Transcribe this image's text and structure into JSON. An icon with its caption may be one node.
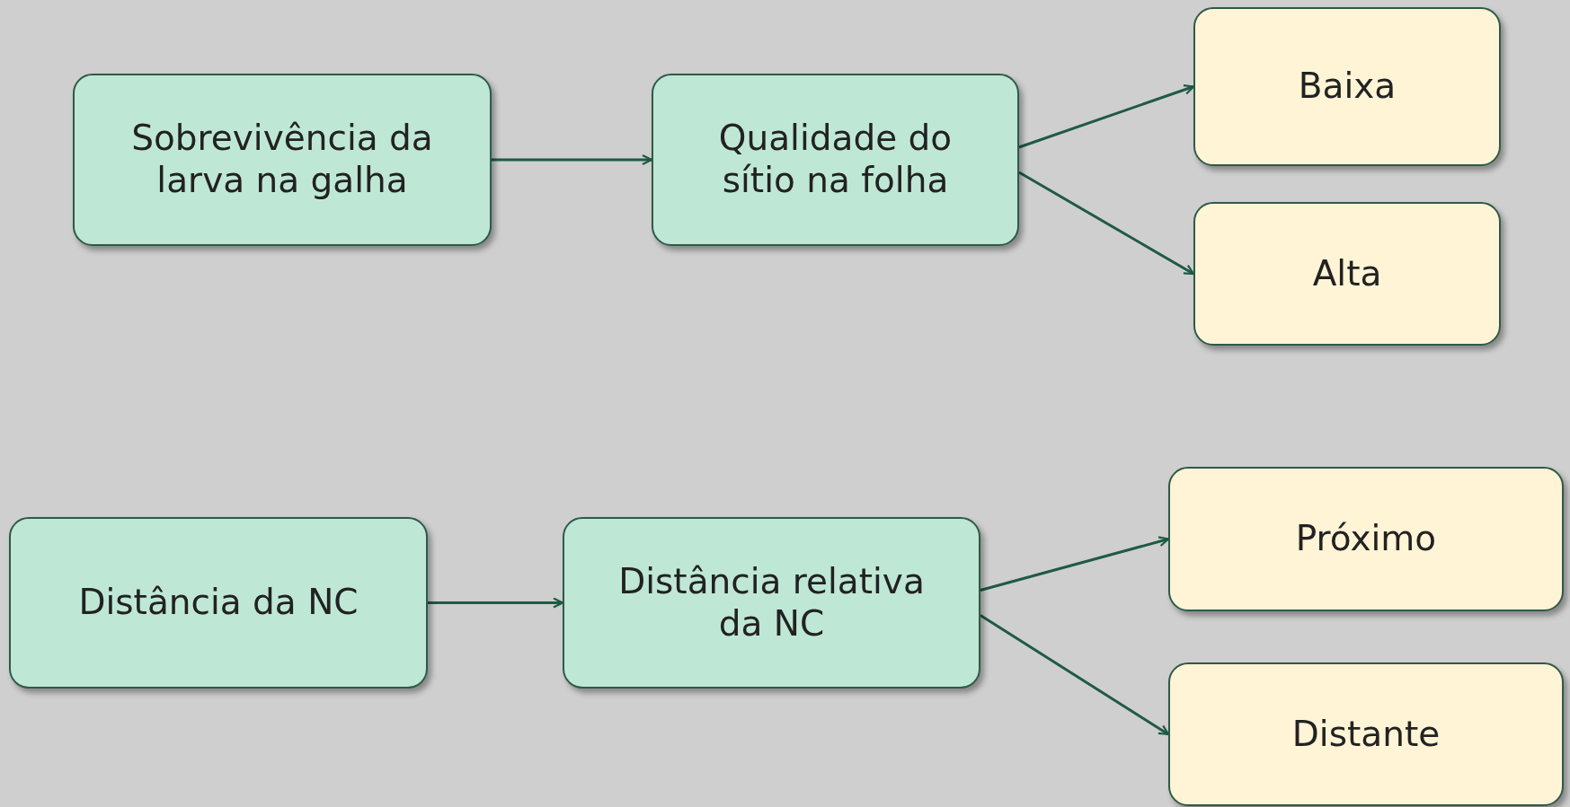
{
  "diagram": {
    "nodes": [
      {
        "text": [
          "Sobrevivência da larva na galha"
        ]
      },
      {
        "text": [
          "Qualidade do sítio na folha"
        ]
      },
      {
        "text": [
          "Baixa"
        ]
      },
      {
        "text": [
          "Alta"
        ]
      },
      {
        "text": [
          "Distância da NC"
        ]
      },
      {
        "text": [
          "Distância relativa da NC"
        ]
      },
      {
        "text": [
          "Próximo"
        ]
      },
      {
        "text": [
          "Distante"
        ]
      }
    ],
    "edges": [
      {
        "from": 0,
        "to": 1,
        "arrow": "to"
      },
      {
        "from": 1,
        "to": 2,
        "arrow": "to"
      },
      {
        "from": 1,
        "to": 3,
        "arrow": "to"
      },
      {
        "from": 4,
        "to": 5,
        "arrow": "to"
      },
      {
        "from": 5,
        "to": 6,
        "arrow": "to"
      },
      {
        "from": 5,
        "to": 7,
        "arrow": "to"
      }
    ]
  }
}
